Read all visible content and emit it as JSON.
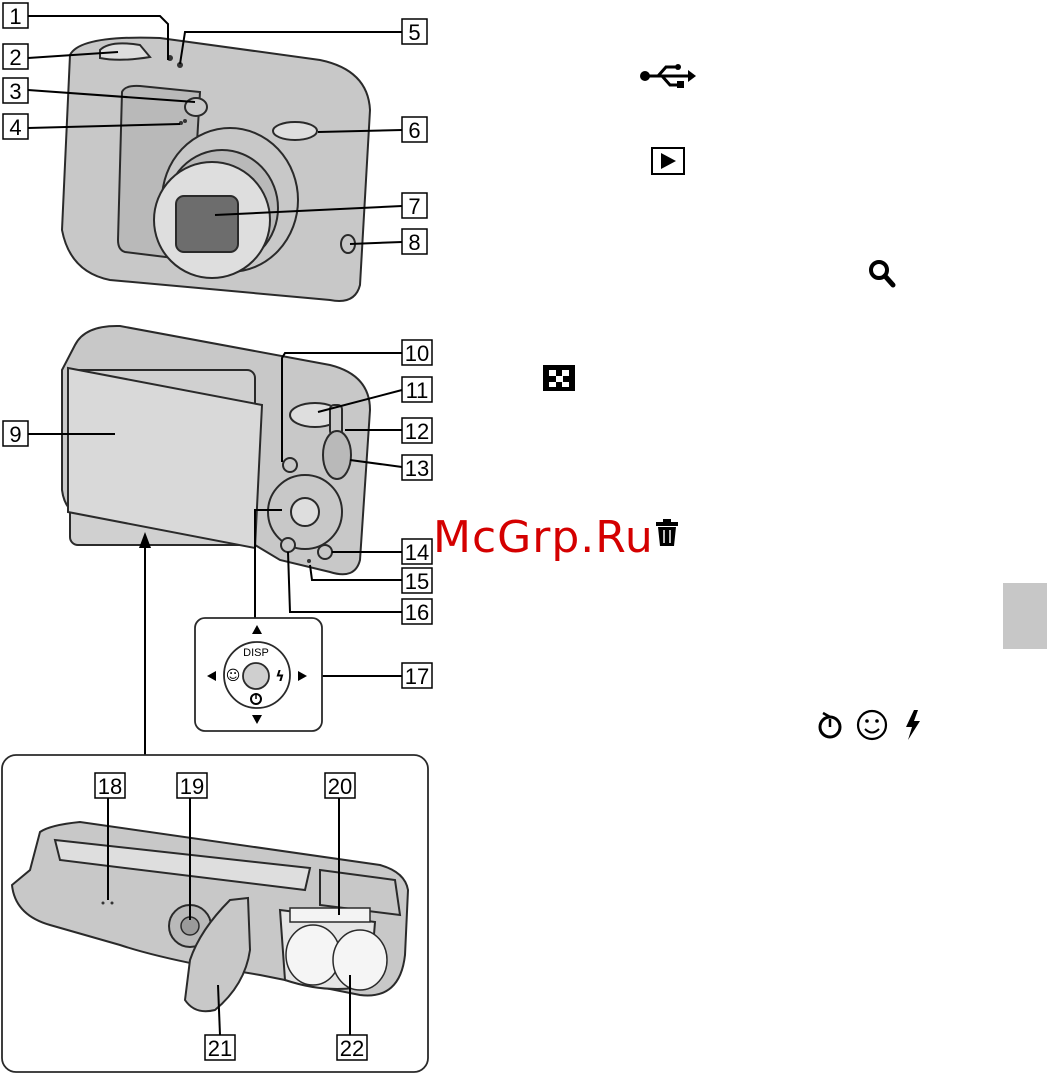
{
  "callouts": [
    "1",
    "2",
    "3",
    "4",
    "5",
    "6",
    "7",
    "8",
    "9",
    "10",
    "11",
    "12",
    "13",
    "14",
    "15",
    "16",
    "17",
    "18",
    "19",
    "20",
    "21",
    "22"
  ],
  "control_pad": {
    "disp_label": "DISP",
    "left_symbol": "☺",
    "right_symbol": "ϟ",
    "bottom_symbol": "ᵹ"
  },
  "watermark": "McGrp.Ru",
  "icons": [
    "usb-icon",
    "playback-icon",
    "zoom-magnifier-icon",
    "index-grid-icon",
    "trash-icon",
    "self-timer-icon",
    "smile-icon",
    "flash-icon"
  ],
  "colors": {
    "camera_body": "#c8c8c8",
    "outline": "#2a2a2a",
    "watermark": "#d40000",
    "side_tab": "#c7c7c7"
  }
}
